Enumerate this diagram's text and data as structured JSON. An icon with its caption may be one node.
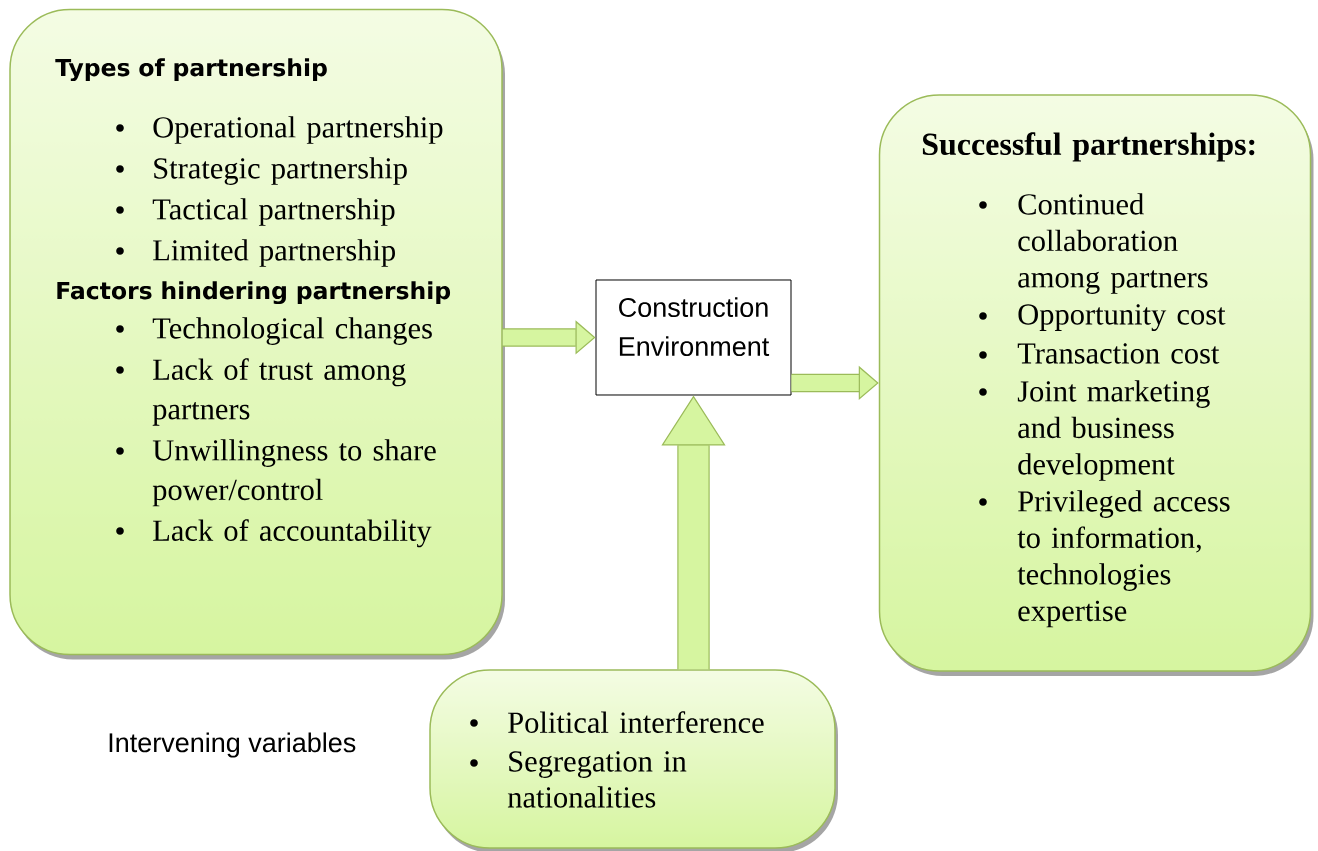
{
  "diagram": {
    "nodes": [
      {
        "text": [
          "Types of partnership",
          "Operational partnership",
          "Strategic partnership",
          "Tactical partnership",
          "Limited partnership",
          "Factors hindering partnership",
          "Technological changes",
          "Lack of trust among partners",
          "Unwillingness to share power/control",
          "Lack of accountability"
        ]
      },
      {
        "text": [
          "Construction Environment"
        ]
      },
      {
        "text": [
          "Successful partnerships:",
          "Continued collaboration among partners",
          "Opportunity cost",
          "Transaction cost",
          "Joint marketing and business development",
          "Privileged access to information, technologies expertise"
        ]
      },
      {
        "text": [
          "Political interference",
          "Segregation in nationalities"
        ]
      }
    ],
    "edges": [
      {
        "from": 0,
        "to": 1,
        "arrow": "to"
      },
      {
        "from": 1,
        "to": 2,
        "arrow": "to"
      },
      {
        "from": 3,
        "to": 1,
        "arrow": "to"
      }
    ],
    "labels": [
      "Intervening variables"
    ]
  }
}
